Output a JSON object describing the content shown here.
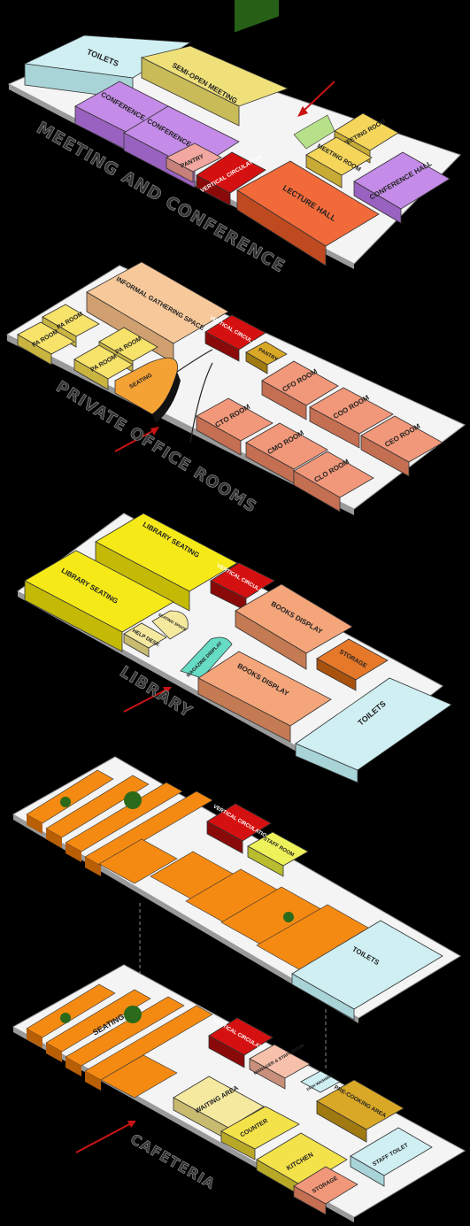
{
  "colors": {
    "background": "#000000",
    "floor": "#f4f4f4",
    "floor_shadow": "#9a9a9a",
    "conference": "#c58be8",
    "semi_open": "#efe07a",
    "toilets": "#cfeff2",
    "circulation": "#d51010",
    "lecture": "#f26a3a",
    "pantry": "#f2a7a0",
    "office": "#f2987a",
    "pa_room": "#f7e26a",
    "gathering": "#f7c99a",
    "library_seating": "#f5ea18",
    "books": "#f5a57a",
    "storage": "#e6782a",
    "magazine": "#66dcc4",
    "help_desk": "#f5e9a0",
    "cafe_seating": "#f58a12",
    "staff_room": "#eef25a",
    "kitchen": "#f3e24a",
    "pre_cooking": "#d9a826",
    "arrow": "#c81414"
  },
  "floors": {
    "meeting": {
      "title": "MEETING AND CONFERENCE",
      "rooms": {
        "toilets": "TOILETS",
        "semi_open": "SEMI-OPEN MEETING",
        "conf1": "CONFERENCE HALL",
        "conf2": "CONFERENCE HALL",
        "pantry": "PANTRY",
        "vertical": "VERTICAL CIRCULATION",
        "lecture": "LECTURE HALL",
        "meeting1": "MEETING ROOM",
        "meeting2": "MEETING ROOM",
        "conf3": "CONFERENCE HALL"
      }
    },
    "office": {
      "title": "PRIVATE OFFICE ROOMS",
      "rooms": {
        "gathering": "INFORMAL GATHERING SPACE",
        "pa1": "PA ROOM",
        "pa2": "PA ROOM",
        "pa3": "PA ROOM",
        "pa4": "PA ROOM",
        "seating": "SEATING",
        "vertical": "VERTICAL CIRCULATION",
        "pantry": "PANTRY",
        "cfo": "CFO ROOM",
        "coo": "COO ROOM",
        "ceo": "CEO ROOM",
        "cto": "CTO ROOM",
        "cmo": "CMO ROOM",
        "clo": "CLO ROOM"
      }
    },
    "library": {
      "title": "LIBRARY",
      "rooms": {
        "seating1": "LIBRARY SEATING",
        "seating2": "LIBRARY SEATING",
        "vertical": "VERTICAL CIRCULATION",
        "seating_space": "SEATING SPACE",
        "help_desk": "HELP DESK",
        "books1": "BOOKS DISPLAY",
        "storage": "STORAGE",
        "magazine": "MAGAZINE DISPLAY",
        "books2": "BOOKS DISPLAY",
        "toilets": "TOILETS"
      }
    },
    "cafe_upper": {
      "rooms": {
        "vertical": "VERTICAL CIRCULATION",
        "staff": "STAFF ROOM",
        "toilets": "TOILETS"
      }
    },
    "cafeteria": {
      "title": "CAFETERIA",
      "rooms": {
        "seating": "SEATING",
        "vertical": "VERTICAL CIRCULATION",
        "manager": "MANAGER & STAFF ROOM",
        "dish": "DISH WASHING",
        "waiting": "WAITING AREA",
        "counter": "COUNTER",
        "precooking": "PRE-COOKING AREA",
        "kitchen": "KITCHEN",
        "storage": "STORAGE",
        "staff_toilet": "STAFF TOILET"
      }
    }
  }
}
